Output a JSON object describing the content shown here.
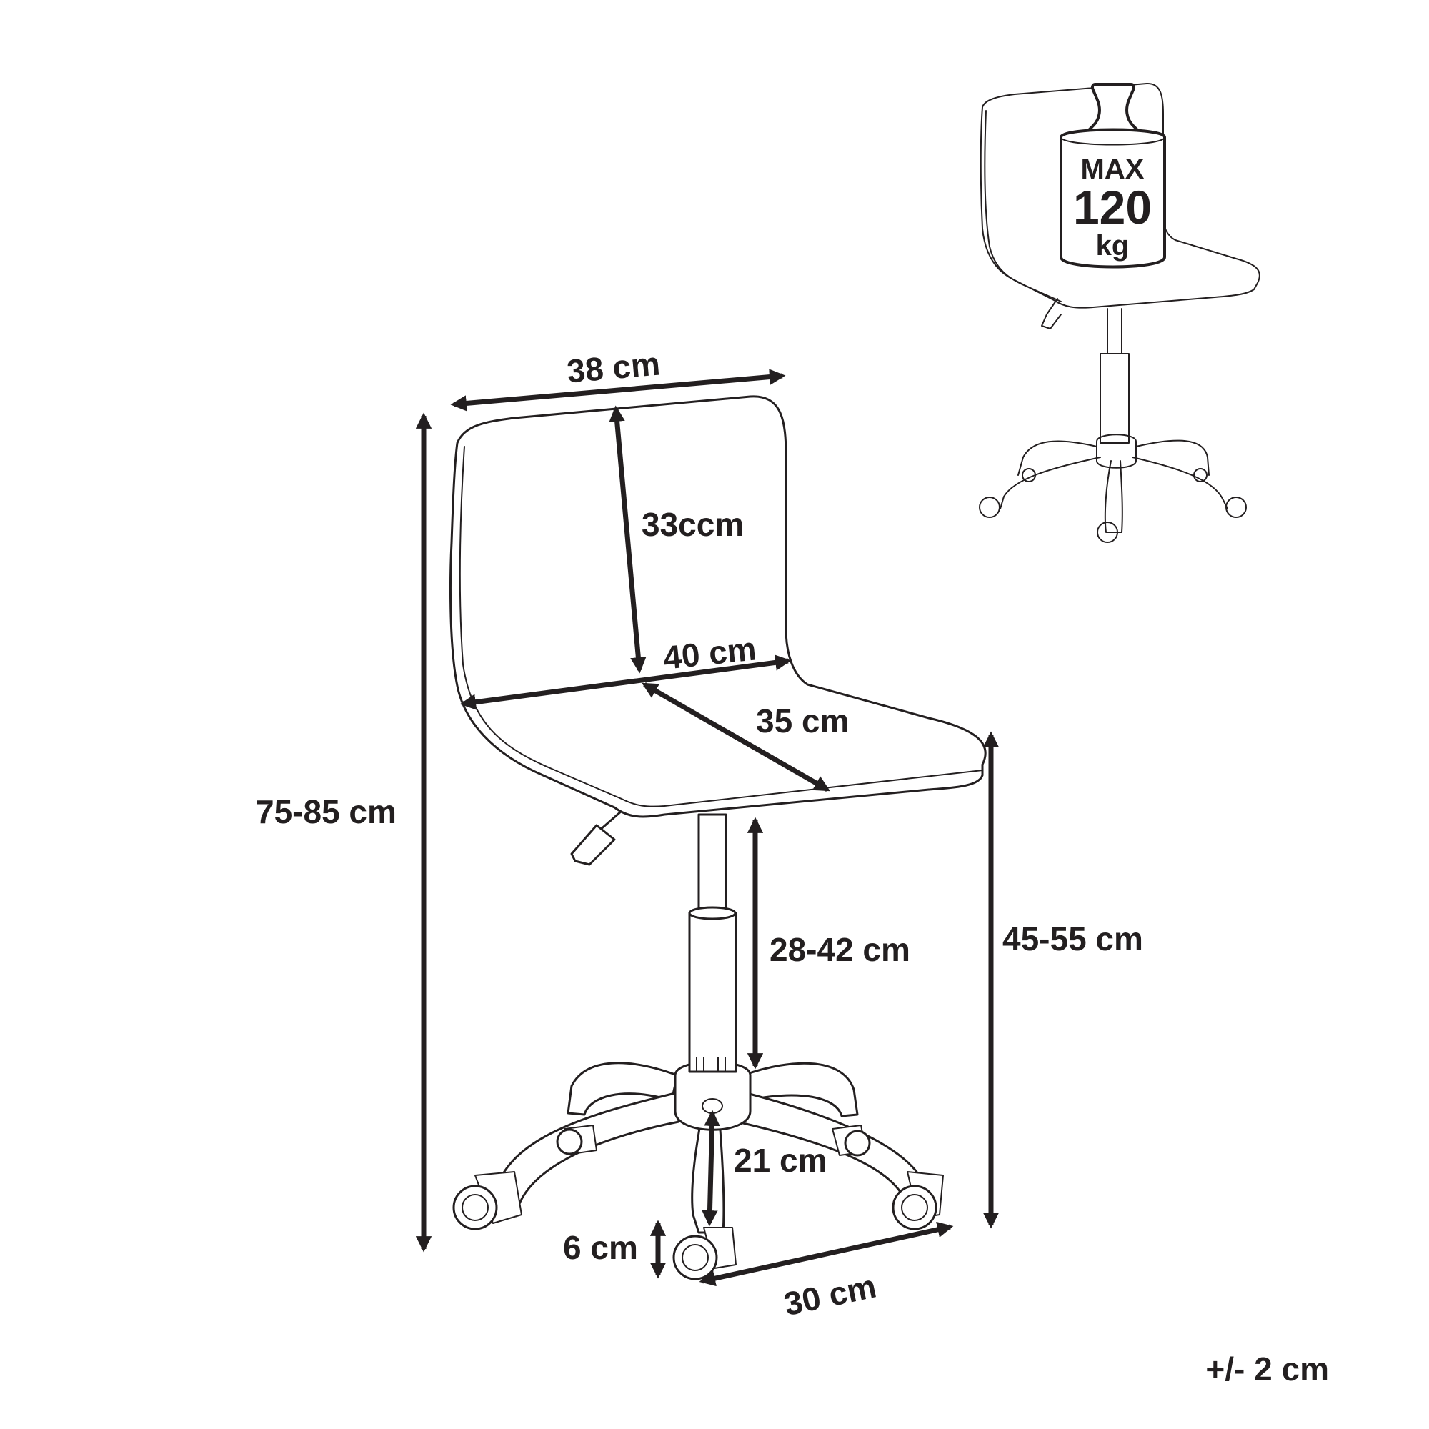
{
  "dimensions": {
    "backrest_width": "38 cm",
    "backrest_height": "33ccm",
    "seat_width": "40 cm",
    "seat_depth": "35 cm",
    "total_height": "75-85 cm",
    "base_to_seat": "28-42 cm",
    "seat_height": "45-55 cm",
    "leg_length": "21 cm",
    "caster_height": "6 cm",
    "base_radius": "30 cm"
  },
  "max_load": {
    "label": "MAX",
    "value": "120",
    "unit": "kg"
  },
  "tolerance": "+/- 2 cm",
  "colors": {
    "ink": "#231f20",
    "background": "#ffffff"
  },
  "icons": [
    "weight-icon"
  ]
}
